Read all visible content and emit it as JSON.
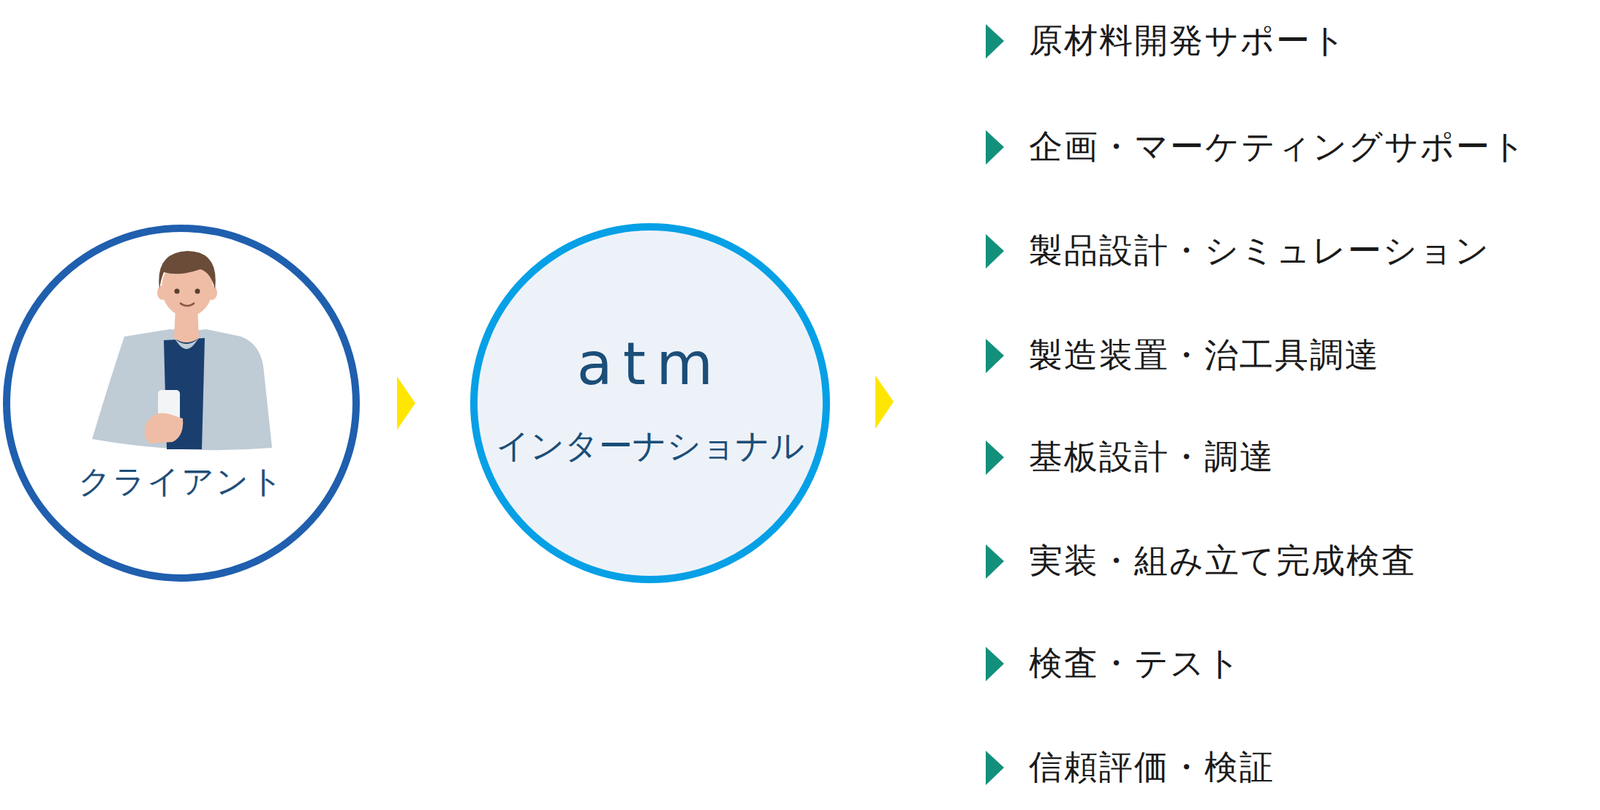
{
  "diagram": {
    "nodes": [
      {
        "text": [
          "クライアント"
        ]
      },
      {
        "text": [
          "atm",
          "インターナショナル"
        ]
      }
    ],
    "edges": [
      {
        "from": 0,
        "to": 1,
        "arrow": "to"
      }
    ],
    "labels": [
      "原材料開発サポート",
      "企画・マーケティングサポート",
      "製品設計・シミュレーション",
      "製造装置・治工具調達",
      "基板設計・調達",
      "実装・組み立て完成検査",
      "検査・テスト",
      "信頼評価・検証"
    ]
  }
}
